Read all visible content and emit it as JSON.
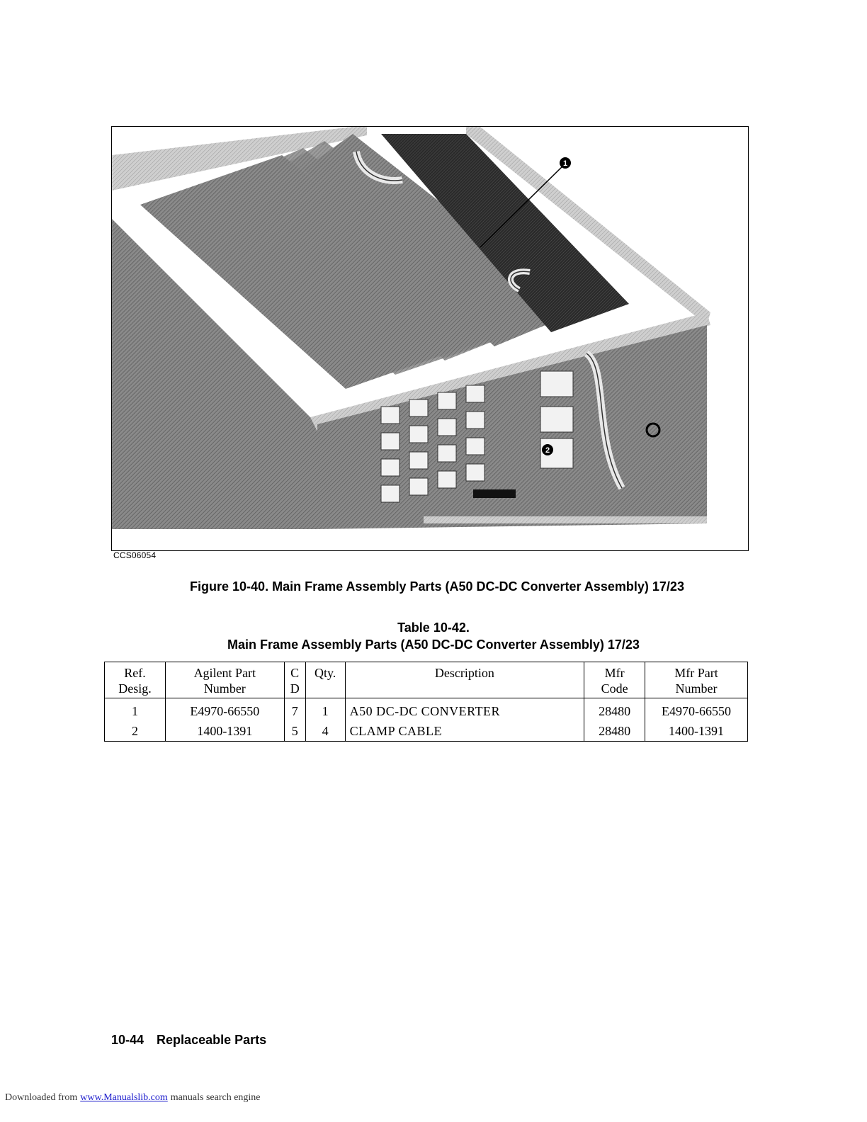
{
  "figure": {
    "image_code": "CCS06054",
    "caption": "Figure 10-40. Main Frame Assembly Parts (A50 DC-DC Converter Assembly) 17/23",
    "callouts": [
      "1",
      "2"
    ]
  },
  "table": {
    "title_line1": "Table 10-42.",
    "title_line2": "Main Frame Assembly Parts (A50 DC-DC Converter Assembly) 17/23",
    "headers": {
      "ref": [
        "Ref.",
        "Desig."
      ],
      "part": [
        "Agilent Part",
        "Number"
      ],
      "cd": [
        "C",
        "D"
      ],
      "qty": "Qty.",
      "desc": "Description",
      "mfr": [
        "Mfr",
        "Code"
      ],
      "mfrpart": [
        "Mfr Part",
        "Number"
      ]
    },
    "rows": [
      {
        "ref": "1",
        "part": "E4970-66550",
        "cd": "7",
        "qty": "1",
        "desc": "A50 DC-DC CONVERTER",
        "mfr": "28480",
        "mfrpart": "E4970-66550"
      },
      {
        "ref": "2",
        "part": "1400-1391",
        "cd": "5",
        "qty": "4",
        "desc": "CLAMP CABLE",
        "mfr": "28480",
        "mfrpart": "1400-1391"
      }
    ]
  },
  "footer": {
    "page": "10-44",
    "section": "Replaceable Parts",
    "download_prefix": "Downloaded from",
    "download_link": "www.Manualslib.com",
    "download_suffix": "manuals search engine"
  }
}
